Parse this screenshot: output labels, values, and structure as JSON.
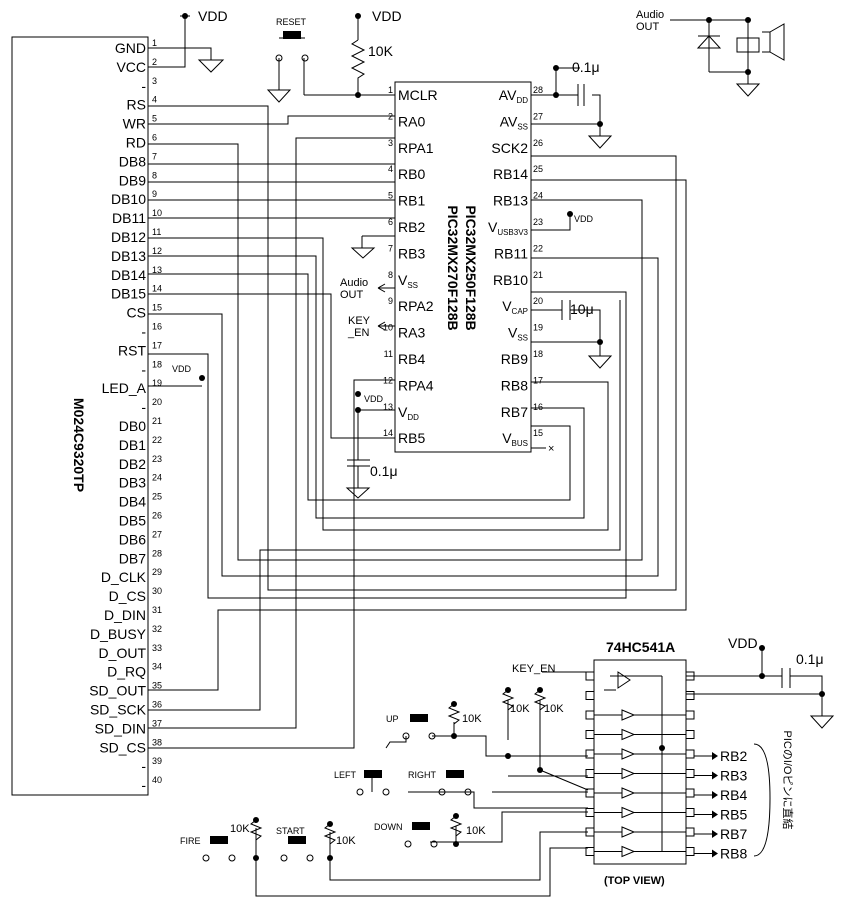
{
  "lcd": {
    "name": "M024C9320TP",
    "pins": [
      "GND",
      "VCC",
      "-",
      "RS",
      "WR",
      "RD",
      "DB8",
      "DB9",
      "DB10",
      "DB11",
      "DB12",
      "DB13",
      "DB14",
      "DB15",
      "CS",
      "-",
      "RST",
      "-",
      "LED_A",
      "-",
      "DB0",
      "DB1",
      "DB2",
      "DB3",
      "DB4",
      "DB5",
      "DB6",
      "DB7",
      "D_CLK",
      "D_CS",
      "D_DIN",
      "D_BUSY",
      "D_OUT",
      "D_RQ",
      "SD_OUT",
      "SD_SCK",
      "SD_DIN",
      "SD_CS",
      "-",
      "-"
    ]
  },
  "pic": {
    "name1": "PIC32MX250F128B",
    "name2": "PIC32MX270F128B",
    "left": [
      {
        "num": "1",
        "label": "MCLR"
      },
      {
        "num": "2",
        "label": "RA0"
      },
      {
        "num": "3",
        "label": "RPA1"
      },
      {
        "num": "4",
        "label": "RB0"
      },
      {
        "num": "5",
        "label": "RB1"
      },
      {
        "num": "6",
        "label": "RB2"
      },
      {
        "num": "7",
        "label": "RB3"
      },
      {
        "num": "8",
        "label": "V",
        "sub": "SS"
      },
      {
        "num": "9",
        "label": "RPA2"
      },
      {
        "num": "10",
        "label": "RA3"
      },
      {
        "num": "11",
        "label": "RB4"
      },
      {
        "num": "12",
        "label": "RPA4"
      },
      {
        "num": "13",
        "label": "V",
        "sub": "DD"
      },
      {
        "num": "14",
        "label": "RB5"
      }
    ],
    "right": [
      {
        "num": "28",
        "label": "AV",
        "sub": "DD"
      },
      {
        "num": "27",
        "label": "AV",
        "sub": "SS"
      },
      {
        "num": "26",
        "label": "SCK2"
      },
      {
        "num": "25",
        "label": "RB14"
      },
      {
        "num": "24",
        "label": "RB13"
      },
      {
        "num": "23",
        "label": "V",
        "sub": "USB3V3"
      },
      {
        "num": "22",
        "label": "RB11"
      },
      {
        "num": "21",
        "label": "RB10"
      },
      {
        "num": "20",
        "label": "V",
        "sub": "CAP"
      },
      {
        "num": "19",
        "label": "V",
        "sub": "SS"
      },
      {
        "num": "18",
        "label": "RB9"
      },
      {
        "num": "17",
        "label": "RB8"
      },
      {
        "num": "16",
        "label": "RB7"
      },
      {
        "num": "15",
        "label": "V",
        "sub": "BUS"
      }
    ]
  },
  "buffer": {
    "name": "74HC541A",
    "outputs": [
      "RB2",
      "RB3",
      "RB4",
      "RB5",
      "RB7",
      "RB8"
    ],
    "view": "(TOP VIEW)",
    "side_note": "PICのI/Oピンに直結"
  },
  "labels": {
    "vdd": "VDD",
    "reset": "RESET",
    "r10k": "10K",
    "c01": "0.1μ",
    "c10": "10μ",
    "audio_out_1": "Audio",
    "audio_out_2": "OUT",
    "key_en_1": "KEY",
    "key_en_2": "_EN",
    "key_en": "KEY_EN",
    "vdd_small": "VDD",
    "cross": "×",
    "up": "UP",
    "left": "LEFT",
    "right": "RIGHT",
    "down": "DOWN",
    "fire": "FIRE",
    "start": "START"
  }
}
